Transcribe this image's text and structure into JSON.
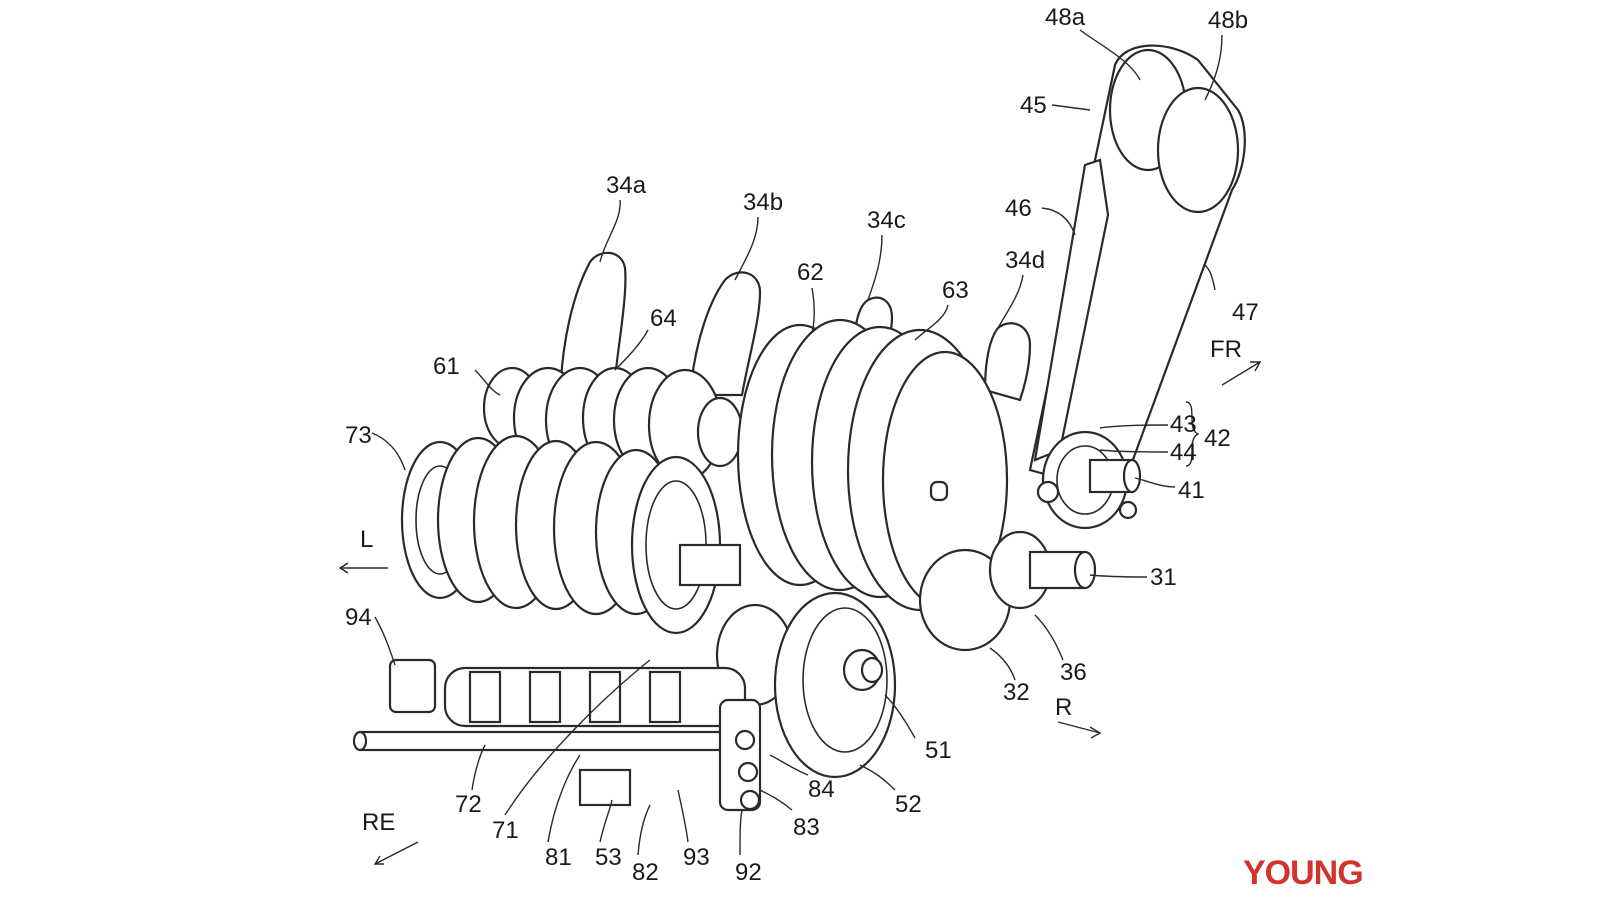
{
  "labels": {
    "l34a": "34a",
    "l34b": "34b",
    "l34c": "34c",
    "l34d": "34d",
    "l48a": "48a",
    "l48b": "48b",
    "l45": "45",
    "l46": "46",
    "l47": "47",
    "l61": "61",
    "l62": "62",
    "l63": "63",
    "l64": "64",
    "l73": "73",
    "l43": "43",
    "l44": "44",
    "l42": "42",
    "l41": "41",
    "l31": "31",
    "l36": "36",
    "l32": "32",
    "l51": "51",
    "l52": "52",
    "l94": "94",
    "l72": "72",
    "l71": "71",
    "l81": "81",
    "l53": "53",
    "l82": "82",
    "l93": "93",
    "l92": "92",
    "l83": "83",
    "l84": "84"
  },
  "directions": {
    "fr": "FR",
    "l": "L",
    "r": "R",
    "re": "RE"
  },
  "watermark": {
    "text": "YOUNG",
    "color": "#d0342c"
  }
}
